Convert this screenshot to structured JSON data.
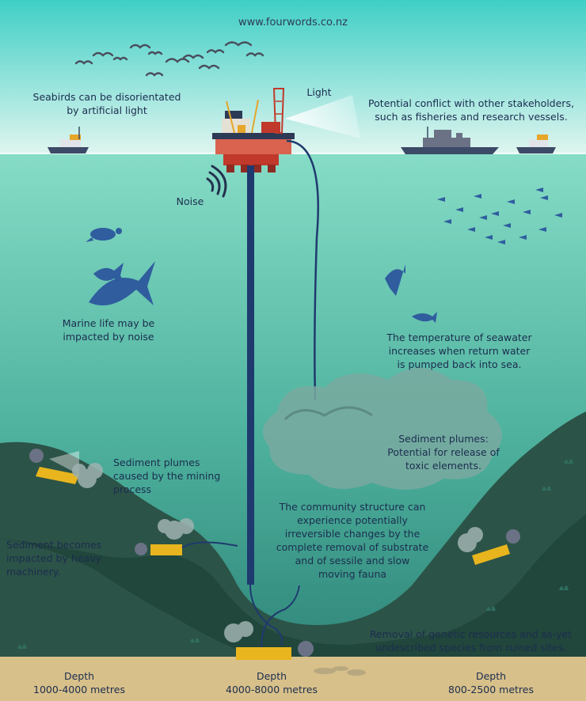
{
  "header": {
    "url": "www.fourwords.co.nz"
  },
  "labels": {
    "light": "Light",
    "noise": "Noise",
    "seabirds": "Seabirds can be disorientated\nby artificial light",
    "conflict": "Potential conflict with other stakeholders,\nsuch as fisheries and research vessels.",
    "marine_life": "Marine life may be\nimpacted by noise",
    "temperature": "The temperature of seawater\nincreases when return water\nis pumped back into sea.",
    "sediment_toxic": "Sediment plumes:\nPotential for release  of\ntoxic elements.",
    "sediment_mining": "Sediment plumes\ncaused by the mining\nprocess",
    "community": "The community structure can\nexperience potentially\nirreversible changes by the\ncomplete removal of substrate\nand of sessile and slow\nmoving fauna",
    "sediment_machinery": "Sediment becomes\nimpacted by heavy\nmachinery.",
    "genetic": "Removal of genetic resources and as-yet\nundescribed species from ruined sites.",
    "depth_left": "Depth\n1000-4000 metres",
    "depth_center": "Depth\n4000-8000 metres",
    "depth_right": "Depth\n800-2500 metres"
  },
  "colors": {
    "sky_top": "#3fcfc6",
    "sky_bottom": "#d9f4ee",
    "sea_top": "#7fd9c4",
    "sea_bottom": "#2c8a7e",
    "hills": "#2c5347",
    "sand": "#d8c08a",
    "text": "#1b2d4f",
    "creature": "#2f5d9e",
    "platform_red": "#c0392b",
    "machine_yellow": "#e8b51e"
  }
}
